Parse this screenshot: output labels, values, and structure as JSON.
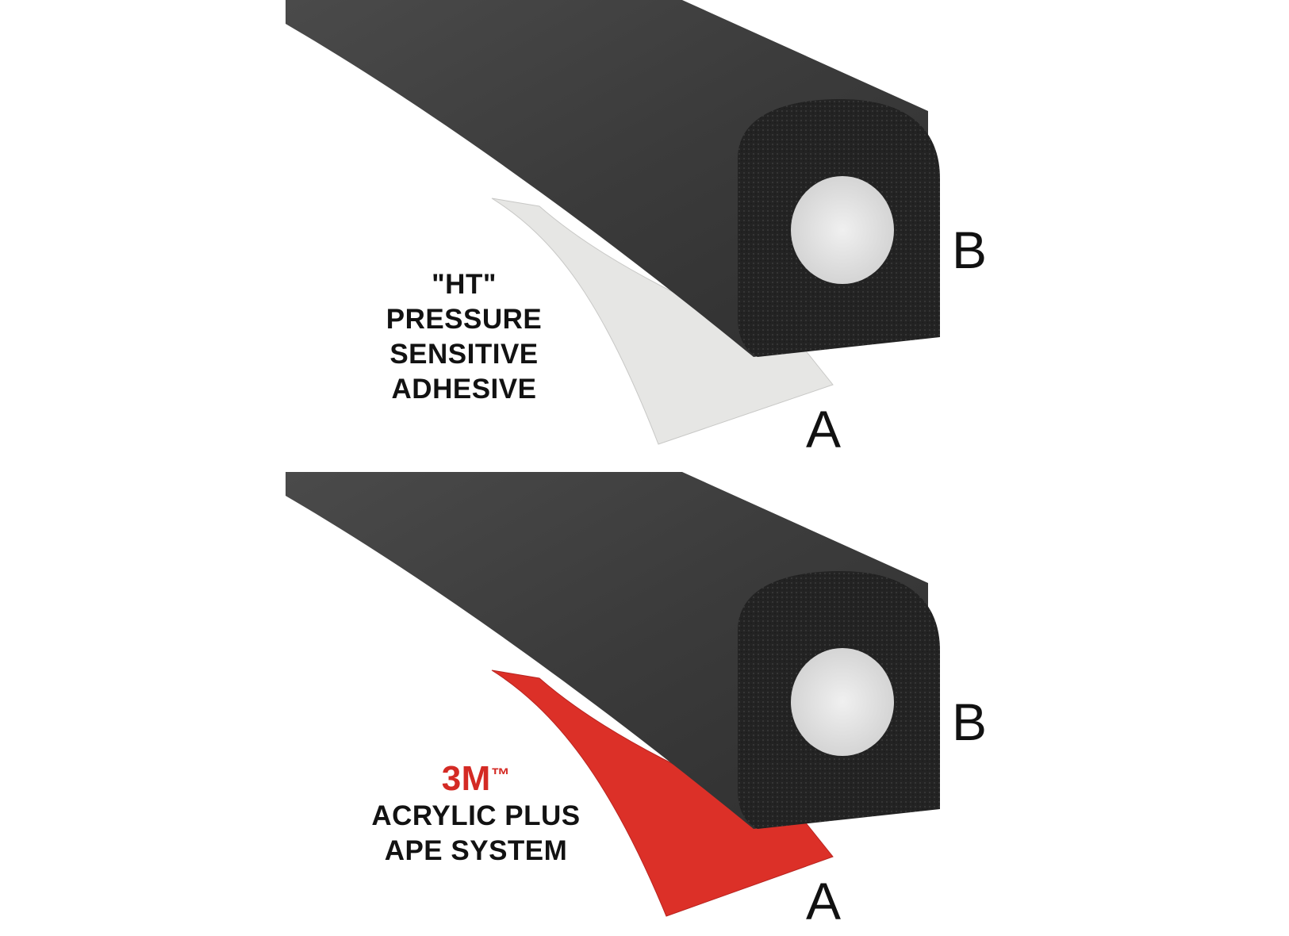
{
  "top_panel": {
    "caption": [
      "\"HT\"",
      "PRESSURE",
      "SENSITIVE",
      "ADHESIVE"
    ],
    "tape_color": "#e6e6e4",
    "letter_b": "B",
    "letter_a": "A"
  },
  "bottom_panel": {
    "brand": "3M",
    "trademark": "™",
    "caption": [
      "ACRYLIC PLUS",
      "APE SYSTEM"
    ],
    "tape_color": "#dc3028",
    "letter_b": "B",
    "letter_a": "A"
  },
  "colors": {
    "seal_dark": "#3a3a3a",
    "seal_face": "#262626",
    "hole": "#e8e8e8",
    "brand_red": "#d42a24"
  }
}
